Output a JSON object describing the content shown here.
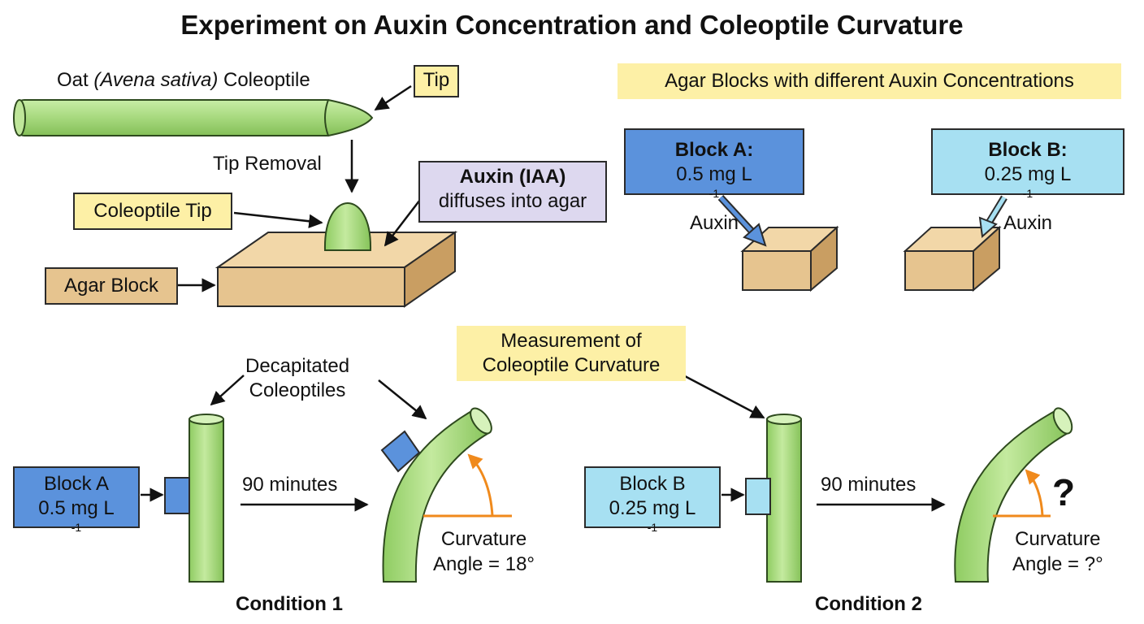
{
  "title": "Experiment on Auxin Concentration and Coleoptile Curvature",
  "top_left": {
    "coleoptile_label_pre": "Oat ",
    "coleoptile_label_species": "(Avena sativa)",
    "coleoptile_label_post": " Coleoptile",
    "tip_label": "Tip",
    "tip_removal": "Tip Removal",
    "coleoptile_tip_label": "Coleoptile Tip",
    "agar_block_label": "Agar Block",
    "auxin_title": "Auxin (IAA)",
    "auxin_desc": "diffuses into agar"
  },
  "top_right": {
    "header": "Agar Blocks with different Auxin Concentrations",
    "block_a_title": "Block A:",
    "block_a_conc": "0.5 mg L",
    "block_a_unit": " Auxin",
    "block_b_title": "Block B:",
    "block_b_conc": "0.25 mg L",
    "block_b_unit": " Auxin",
    "exponent": "-1"
  },
  "bottom": {
    "decapitated_line1": "Decapitated",
    "decapitated_line2": "Coleoptiles",
    "measurement_line1": "Measurement of",
    "measurement_line2": "Coleoptile Curvature",
    "cond1_block_name": "Block A",
    "cond1_block_conc": "0.5 mg L",
    "cond1_time": "90 minutes",
    "cond1_curv_line1": "Curvature",
    "cond1_curv_line2": "Angle = 18°",
    "cond1_label": "Condition 1",
    "cond2_block_name": "Block B",
    "cond2_block_conc": "0.25 mg L",
    "cond2_time": "90 minutes",
    "cond2_question": "?",
    "cond2_curv_line1": "Curvature",
    "cond2_curv_line2": "Angle = ?°",
    "cond2_label": "Condition 2",
    "exponent": "-1"
  },
  "colors": {
    "green": "#a7d97e",
    "green_dark": "#5e9a38",
    "agar": "#e6c48f",
    "yellow_label": "#fdf0a6",
    "block_a": "#5b92dc",
    "block_b": "#a7e0f2",
    "auxin_box": "#ddd8ef",
    "orange": "#f08a1c"
  },
  "curvature_angle_condition1_deg": 18
}
